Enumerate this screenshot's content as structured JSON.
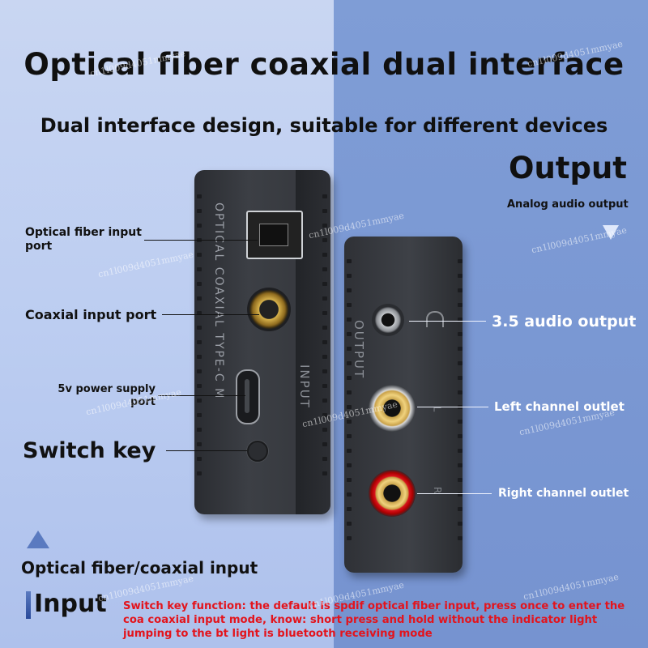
{
  "title": "Optical fiber coaxial dual interface",
  "subtitle": "Dual interface design, suitable for different devices",
  "output": {
    "title": "Output",
    "analog_label": "Analog audio output",
    "audio35_label": "3.5 audio output",
    "left_label": "Left channel outlet",
    "right_label": "Right channel outlet"
  },
  "input": {
    "optical_label": "Optical fiber input port",
    "coaxial_label": "Coaxial input port",
    "power_label": "5v power supply port",
    "switch_label": "Switch key",
    "footer_label": "Optical fiber/coaxial input",
    "title": "Input"
  },
  "device": {
    "left_print": "OPTICAL COAXIAL TYPE-C M",
    "left_side_print": "INPUT",
    "right_print": "OUTPUT",
    "l_mark": "L",
    "r_mark": "R"
  },
  "note": "Switch key function: the default is spdif optical fiber input, press once to enter the coa coaxial input mode, know: short press and hold without the indicator light jumping to the bt light is bluetooth receiving mode",
  "watermark": "cn1l009d4051mmyae",
  "colors": {
    "left_bg": "#c9d6f2",
    "right_bg": "#7f9dd6",
    "note_red": "#e3141c",
    "device": "#34363b"
  }
}
